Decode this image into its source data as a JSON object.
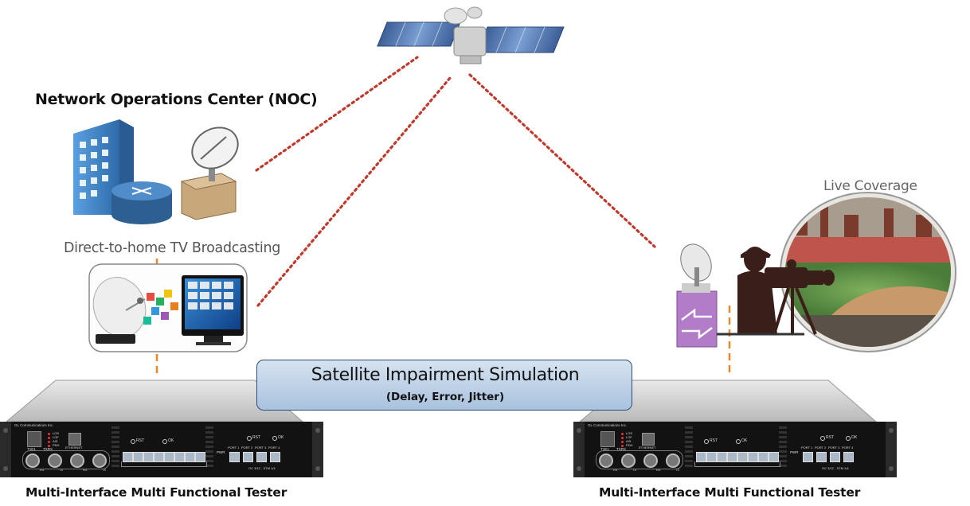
{
  "labels": {
    "noc": "Network Operations Center (NOC)",
    "dth": "Direct-to-home TV Broadcasting",
    "live_coverage": "Live Coverage",
    "tester_left": "Multi-Interface Multi Functional Tester",
    "tester_right": "Multi-Interface Multi Functional Tester"
  },
  "simulation": {
    "title": "Satellite Impairment Simulation",
    "subtitle": "(Delay, Error,  Jitter)"
  },
  "device": {
    "maker": "GL Communications Inc.",
    "indicators": [
      "LOS",
      "LOF",
      "AIS",
      "PDH"
    ],
    "t1e1": "T1E1",
    "tx_rx": "TXRX",
    "ethernet": "ETHERNET",
    "rst": "RST",
    "ok": "OK",
    "pwr": "PWR",
    "ports": [
      "PORT 1",
      "PORT 2",
      "PORT 3",
      "PORT 4"
    ],
    "oc_label": "OC 3/12 - STM 1/4",
    "rx": "RX",
    "tx": "TX"
  },
  "colors": {
    "link": "#c0392b",
    "sim_border": "#2f4d78",
    "sim_top": "#d6e3f1",
    "sim_bottom": "#a9c2de",
    "rack": "#111111",
    "building": "#3e7fc4",
    "field": "#5f9a4a"
  },
  "icons": [
    "satellite-icon",
    "building-icon",
    "router-icon",
    "dish-antenna-icon",
    "tv-icon",
    "camera-operator-icon",
    "stadium-icon",
    "rack-tester-icon"
  ]
}
